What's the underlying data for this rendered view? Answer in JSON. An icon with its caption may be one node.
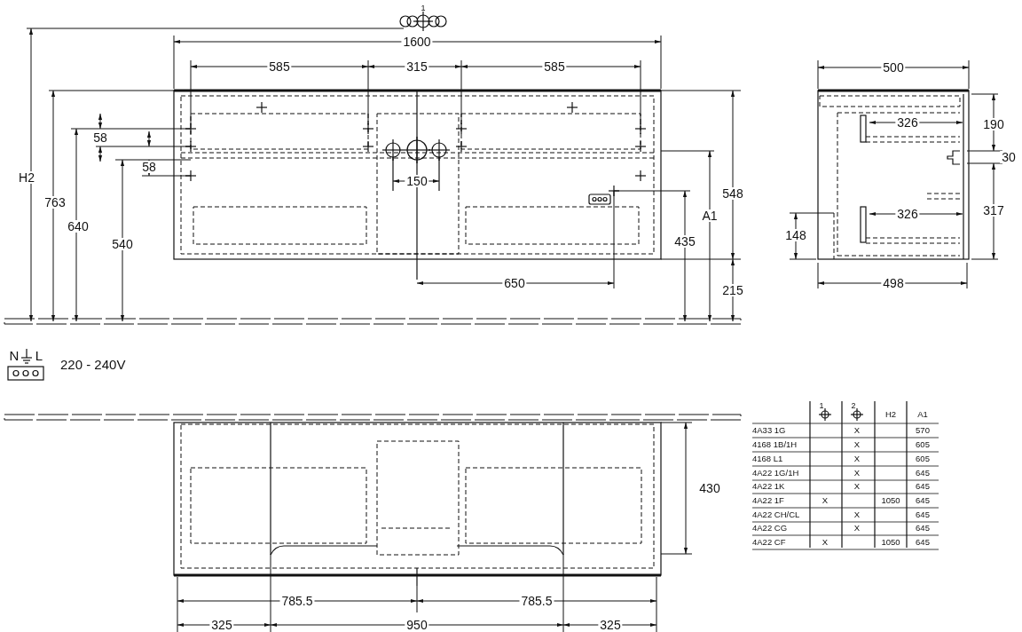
{
  "diagram": {
    "labels": [
      "1",
      "1600",
      "585",
      "315",
      "585",
      "500",
      "58",
      "326",
      "190",
      "58",
      "150",
      "30",
      "H2",
      "763",
      "640",
      "540",
      "548",
      "A1",
      "435",
      "326",
      "317",
      "148",
      "650",
      "215",
      "498",
      "N",
      "L",
      "220 - 240V",
      "430",
      "785.5",
      "785.5",
      "325",
      "950",
      "325",
      "1",
      "2",
      "H2",
      "A1",
      "4A33 1G",
      "X",
      "570",
      "4168 1B/1H",
      "X",
      "605",
      "4168 L1",
      "X",
      "605",
      "4A22 1G/1H",
      "X",
      "645",
      "4A22 1K",
      "X",
      "645",
      "4A22 1F",
      "X",
      "1050",
      "645",
      "4A22 CH/CL",
      "X",
      "645",
      "4A22 CG",
      "X",
      "645",
      "4A22 CF",
      "X",
      "1050",
      "645"
    ]
  }
}
